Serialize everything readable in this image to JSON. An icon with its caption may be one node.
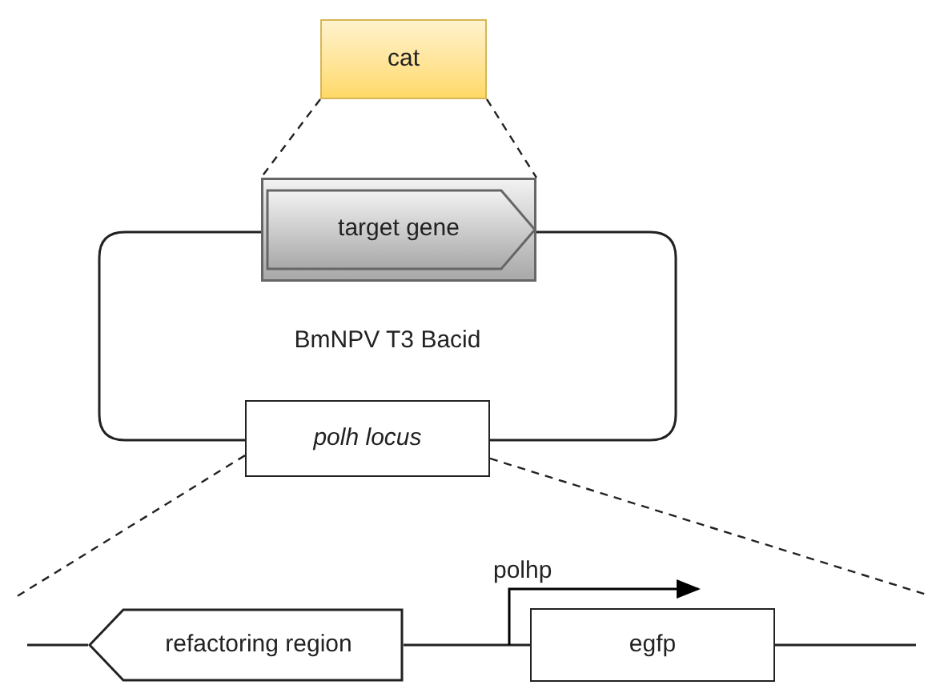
{
  "diagram": {
    "nodes": [
      {
        "text": [
          "cat"
        ]
      },
      {
        "text": [
          "target gene"
        ]
      },
      {
        "text": [
          "BmNPV T3 Bacid"
        ]
      },
      {
        "text": [
          "polh locus"
        ]
      },
      {
        "text": [
          "refactoring region"
        ]
      },
      {
        "text": [
          "egfp"
        ]
      }
    ],
    "edges": [
      {
        "from": 0,
        "to": 1,
        "arrow": "none",
        "style": "dashed"
      },
      {
        "from": 0,
        "to": 1,
        "arrow": "none",
        "style": "dashed"
      },
      {
        "from": 3,
        "to": null,
        "arrow": "none",
        "style": "dashed"
      },
      {
        "from": 3,
        "to": null,
        "arrow": "none",
        "style": "dashed"
      },
      {
        "from": null,
        "to": 4,
        "arrow": "none"
      },
      {
        "from": 4,
        "to": 5,
        "arrow": "none"
      },
      {
        "from": 5,
        "to": null,
        "arrow": "none"
      }
    ],
    "labels": [
      "polhp"
    ]
  }
}
